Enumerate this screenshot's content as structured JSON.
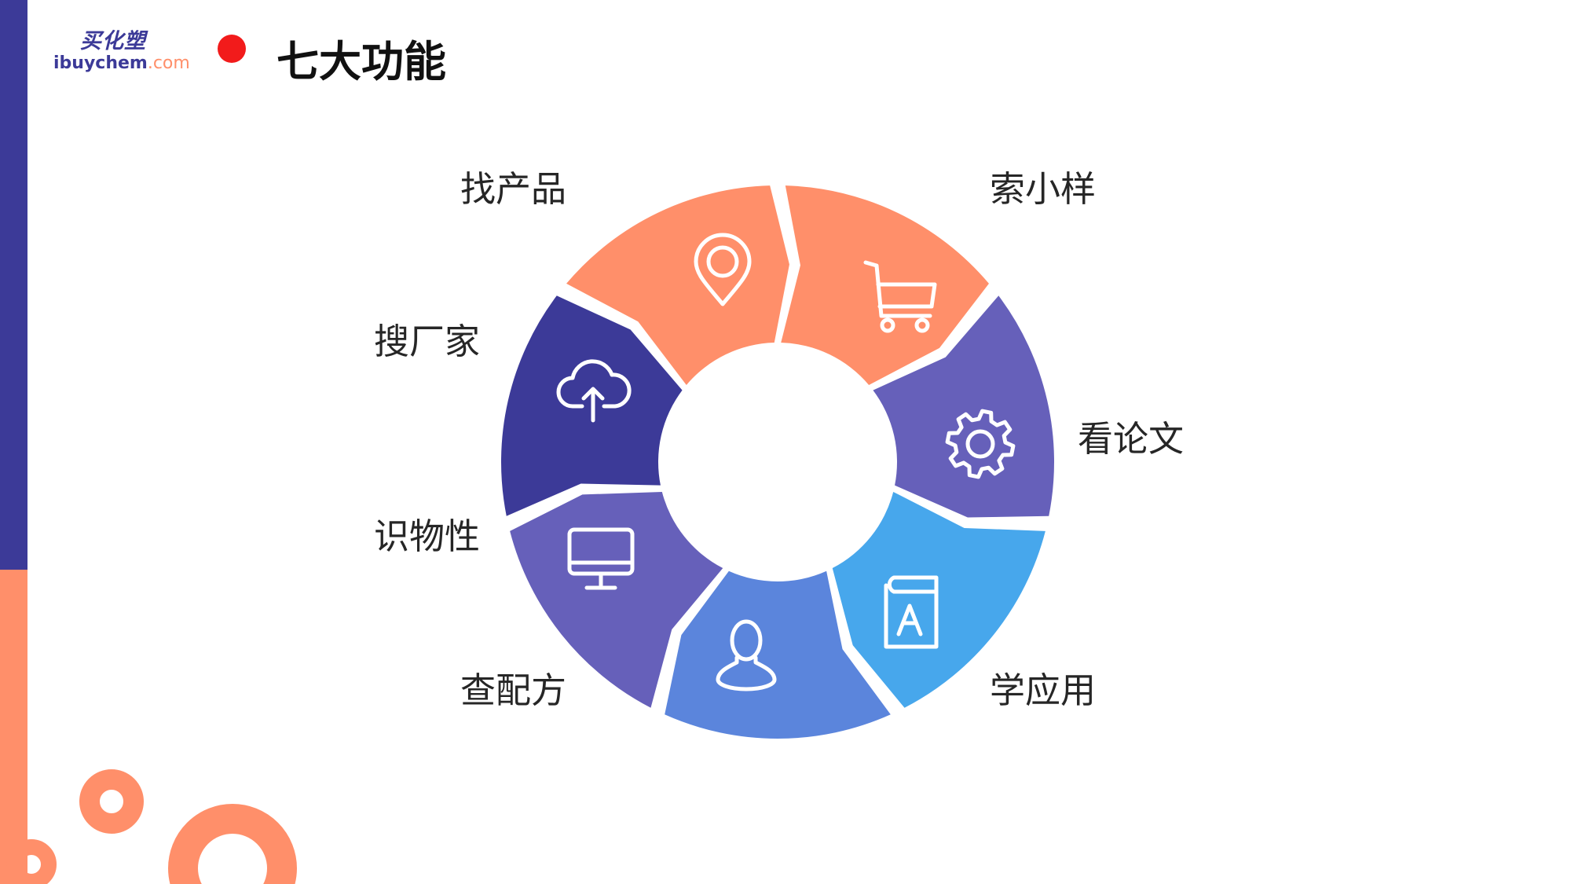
{
  "logo": {
    "cn": "买化塑",
    "en_main": "ibuychem",
    "en_suffix": ".com"
  },
  "title": "七大功能",
  "features": [
    {
      "label": "找产品",
      "icon": "location-pin-icon",
      "color": "#ff8f6a"
    },
    {
      "label": "索小样",
      "icon": "shopping-cart-icon",
      "color": "#ff8f6a"
    },
    {
      "label": "看论文",
      "icon": "gear-icon",
      "color": "#6660ba"
    },
    {
      "label": "学应用",
      "icon": "book-icon",
      "color": "#47a7ec"
    },
    {
      "label": "查配方",
      "icon": "user-icon",
      "color": "#5b85dc"
    },
    {
      "label": "识物性",
      "icon": "monitor-icon",
      "color": "#6660ba"
    },
    {
      "label": "搜厂家",
      "icon": "cloud-upload-icon",
      "color": "#3c3a98"
    }
  ],
  "colors": {
    "navy": "#3c3a98",
    "orange": "#ff8f6a",
    "red_dot": "#f21b1b"
  }
}
